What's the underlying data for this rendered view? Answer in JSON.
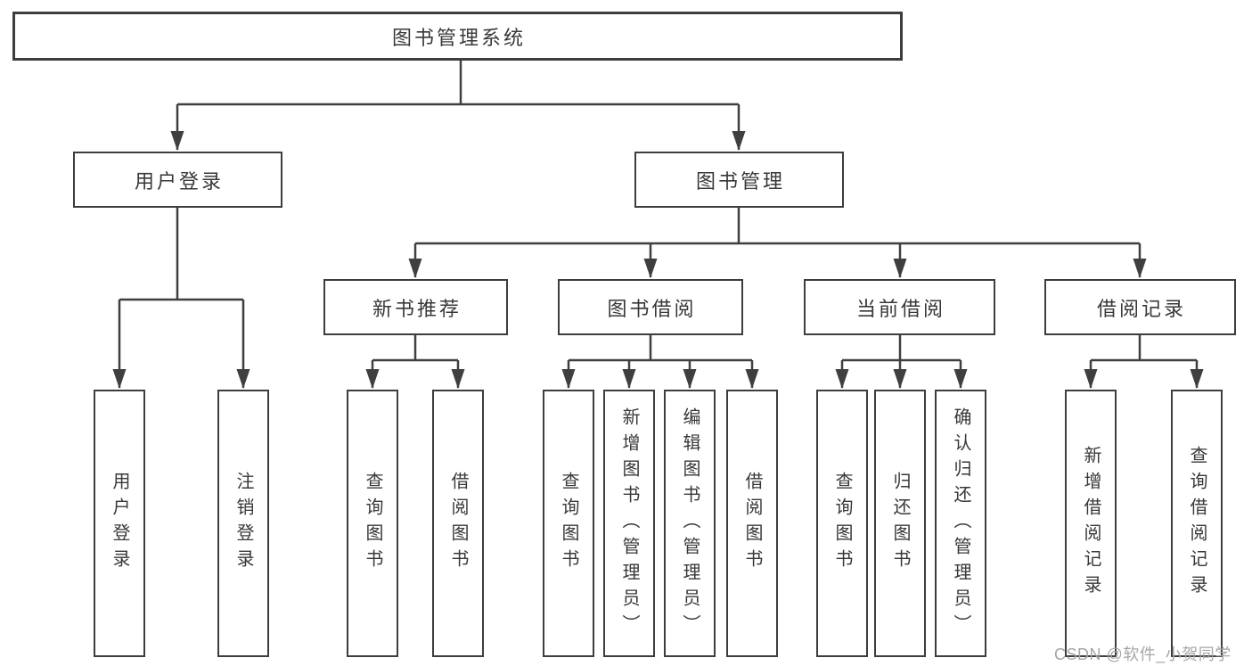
{
  "diagram": {
    "title": "图书管理系统",
    "level2": {
      "user_login": {
        "label": "用户登录",
        "children": [
          "用户登录",
          "注销登录"
        ]
      },
      "book_management": {
        "label": "图书管理"
      }
    },
    "book_management_sections": {
      "new_book_recommend": {
        "label": "新书推荐",
        "children": [
          "查询图书",
          "借阅图书"
        ]
      },
      "book_borrow": {
        "label": "图书借阅",
        "children": [
          "查询图书",
          "新增图书（管理员）",
          "编辑图书（管理员）",
          "借阅图书"
        ]
      },
      "current_borrow": {
        "label": "当前借阅",
        "children": [
          "查询图书",
          "归还图书",
          "确认归还（管理员）"
        ]
      },
      "borrow_records": {
        "label": "借阅记录",
        "children": [
          "新增借阅记录",
          "查询借阅记录"
        ]
      }
    }
  },
  "watermark": "CSDN @软件_小贺同学",
  "colors": {
    "line": "#3f3f3f",
    "box_border": "#3d3d3d",
    "text": "#383838",
    "watermark": "#a6a6a6"
  }
}
